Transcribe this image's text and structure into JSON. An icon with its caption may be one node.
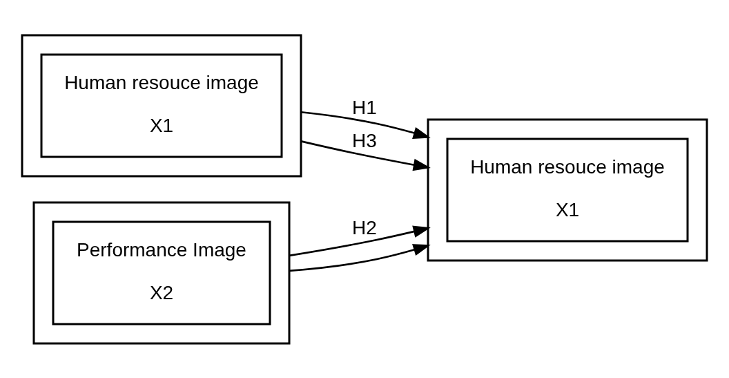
{
  "diagram": {
    "nodes": [
      {
        "text": [],
        "shape": "box"
      },
      {
        "text": [
          "Human resouce image",
          "X1"
        ],
        "in": 0
      },
      {
        "text": [],
        "shape": "box"
      },
      {
        "text": [
          "Performance Image",
          "X2"
        ],
        "in": 2
      },
      {
        "text": [],
        "shape": "box"
      },
      {
        "text": [
          "Human resouce image",
          "X1"
        ],
        "in": 4
      }
    ],
    "edges": [
      {
        "from": 0,
        "to": 4,
        "arrow": "to",
        "label": "H1"
      },
      {
        "from": 2,
        "to": 4,
        "arrow": "to",
        "label": "H2"
      },
      {
        "from": 0,
        "to": 4,
        "arrow": "to",
        "label": "H3"
      },
      {
        "from": 2,
        "to": 4,
        "arrow": "to"
      }
    ]
  }
}
